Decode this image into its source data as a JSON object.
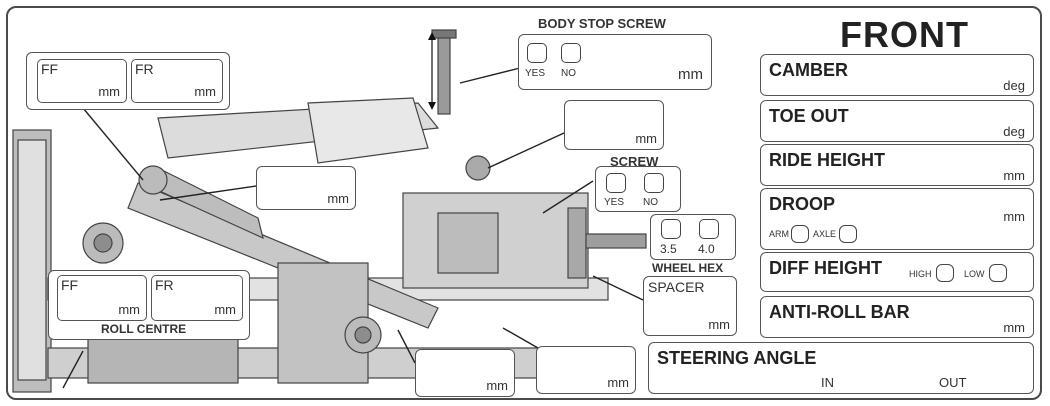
{
  "title": "FRONT",
  "body_stop_screw": {
    "label": "BODY STOP SCREW",
    "yes": "YES",
    "no": "NO",
    "unit": "mm"
  },
  "camber_top": {
    "ff": "FF",
    "fr": "FR",
    "unit": "mm"
  },
  "upper_mm": {
    "unit": "mm"
  },
  "mid_mm": {
    "unit": "mm"
  },
  "screw": {
    "label": "SCREW",
    "yes": "YES",
    "no": "NO"
  },
  "wheel_hex": {
    "label": "WHEEL HEX",
    "opt1": "3.5",
    "opt2": "4.0"
  },
  "spacer": {
    "label": "SPACER",
    "unit": "mm"
  },
  "roll_centre": {
    "label": "ROLL CENTRE",
    "ff": "FF",
    "fr": "FR",
    "unit": "mm"
  },
  "bottom_mm1": {
    "unit": "mm"
  },
  "bottom_mm2": {
    "unit": "mm"
  },
  "right_panel": {
    "camber": {
      "label": "CAMBER",
      "unit": "deg"
    },
    "toe_out": {
      "label": "TOE OUT",
      "unit": "deg"
    },
    "ride_height": {
      "label": "RIDE HEIGHT",
      "unit": "mm"
    },
    "droop": {
      "label": "DROOP",
      "unit": "mm",
      "arm": "ARM",
      "axle": "AXLE"
    },
    "diff_height": {
      "label": "DIFF HEIGHT",
      "high": "HIGH",
      "low": "LOW"
    },
    "anti_roll_bar": {
      "label": "ANTI-ROLL BAR",
      "unit": "mm"
    },
    "steering_angle": {
      "label": "STEERING ANGLE",
      "in": "IN",
      "out": "OUT"
    }
  }
}
